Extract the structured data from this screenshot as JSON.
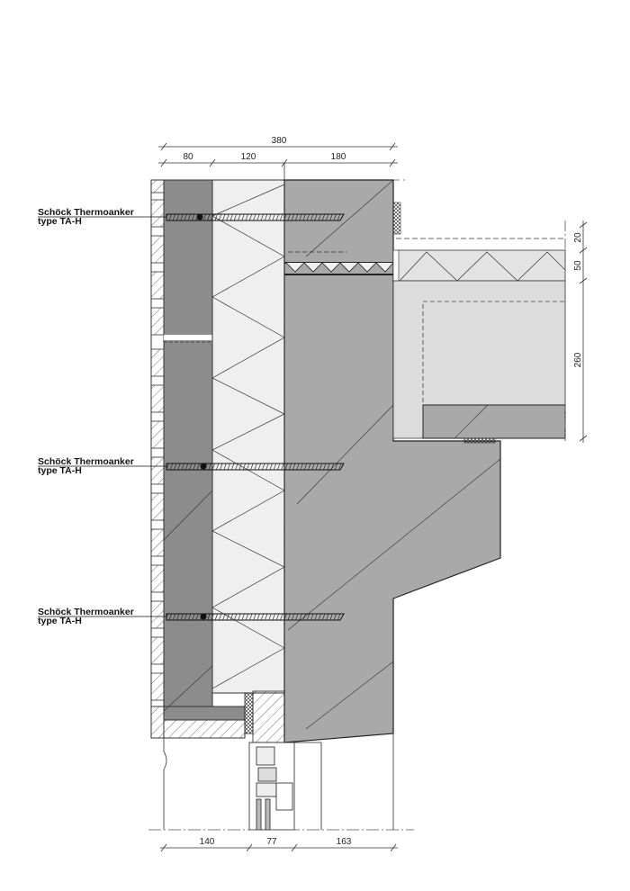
{
  "labels": [
    {
      "line1": "Schöck Thermoanker",
      "line2": "type TA-H"
    },
    {
      "line1": "Schöck Thermoanker",
      "line2": "type TA-H"
    },
    {
      "line1": "Schöck Thermoanker",
      "line2": "type TA-H"
    }
  ],
  "dimensions": {
    "top_total": "380",
    "top_parts": [
      "80",
      "120",
      "180"
    ],
    "right": [
      "20",
      "50",
      "260"
    ],
    "bottom": [
      "140",
      "77",
      "163"
    ]
  },
  "colors": {
    "inner_leaf": "#8c8c8c",
    "concrete": "#a9a9a9",
    "insulation": "#efefef",
    "screed": "#dcdcdc"
  }
}
